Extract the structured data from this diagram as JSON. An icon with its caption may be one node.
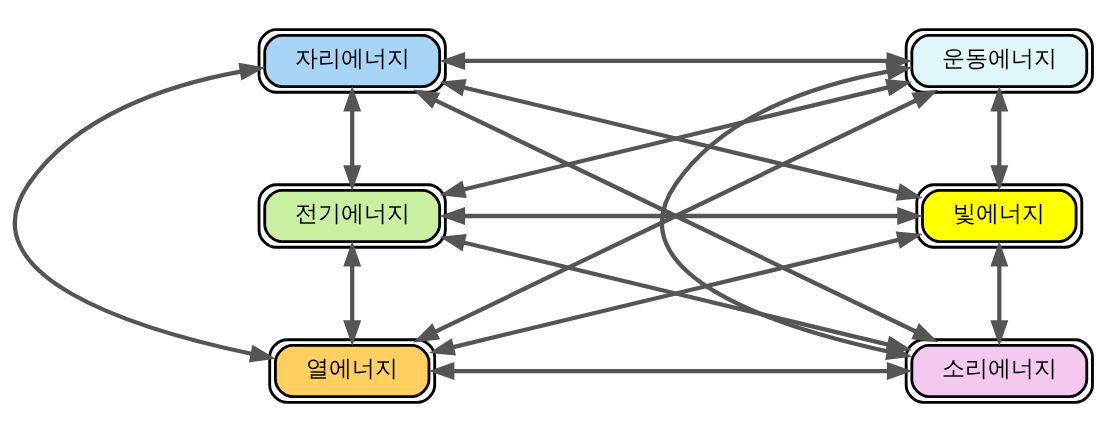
{
  "diagram": {
    "nodes": [
      {
        "text": [
          "자리에너지"
        ]
      },
      {
        "text": [
          "운동에너지"
        ]
      },
      {
        "text": [
          "전기에너지"
        ]
      },
      {
        "text": [
          "빛에너지"
        ]
      },
      {
        "text": [
          "열에너지"
        ]
      },
      {
        "text": [
          "소리에너지"
        ]
      }
    ],
    "edges": [
      {
        "from": 0,
        "to": 1,
        "arrow": "both"
      },
      {
        "from": 0,
        "to": 2,
        "arrow": "both"
      },
      {
        "from": 0,
        "to": 4,
        "arrow": "both"
      },
      {
        "from": 2,
        "to": 4,
        "arrow": "both"
      },
      {
        "from": 1,
        "to": 3,
        "arrow": "both"
      },
      {
        "from": 1,
        "to": 5,
        "arrow": "both"
      },
      {
        "from": 3,
        "to": 5,
        "arrow": "both"
      },
      {
        "from": 4,
        "to": 5,
        "arrow": "both"
      },
      {
        "from": 2,
        "to": 3,
        "arrow": "both"
      },
      {
        "from": 0,
        "to": 3,
        "arrow": "both"
      },
      {
        "from": 2,
        "to": 1,
        "arrow": "both"
      },
      {
        "from": 0,
        "to": 5,
        "arrow": "both"
      },
      {
        "from": 4,
        "to": 1,
        "arrow": "both"
      },
      {
        "from": 2,
        "to": 5,
        "arrow": "both"
      },
      {
        "from": 4,
        "to": 3,
        "arrow": "both"
      }
    ]
  }
}
